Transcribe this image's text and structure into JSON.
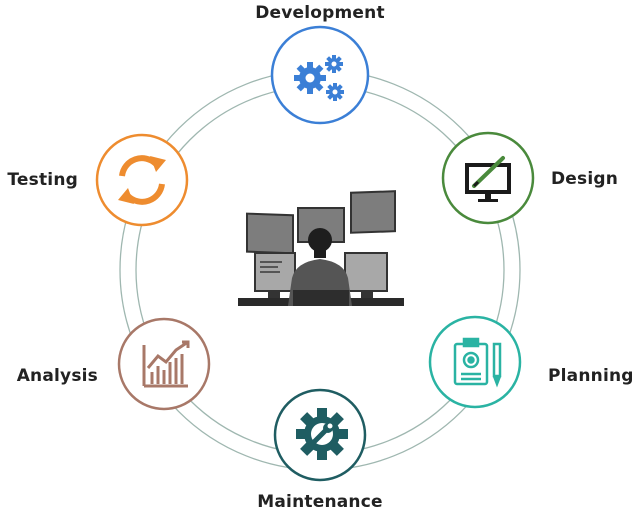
{
  "stages": [
    {
      "label": "Development",
      "color": "#3b7fd6",
      "icon": "gears-icon"
    },
    {
      "label": "Design",
      "color": "#4a8a3c",
      "icon": "monitor-pen-icon"
    },
    {
      "label": "Planning",
      "color": "#2ab3a3",
      "icon": "clipboard-pencil-icon"
    },
    {
      "label": "Maintenance",
      "color": "#1f5d62",
      "icon": "gear-wrench-icon"
    },
    {
      "label": "Analysis",
      "color": "#a87868",
      "icon": "bar-chart-icon"
    },
    {
      "label": "Testing",
      "color": "#ee8c2f",
      "icon": "refresh-arrows-icon"
    }
  ],
  "colors": {
    "ring": "#9fb7b0",
    "label": "#222222"
  },
  "center_icon": "developer-workstation-icon"
}
